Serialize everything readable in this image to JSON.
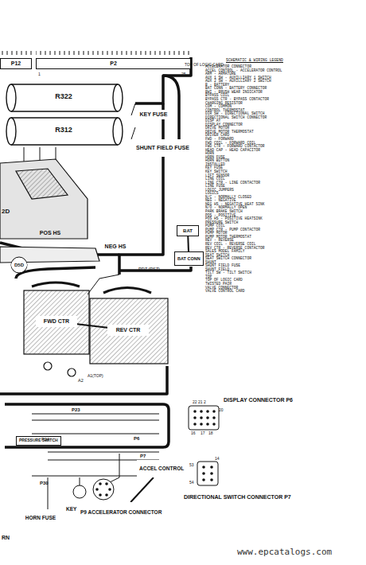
{
  "diagram": {
    "nodes": [
      {
        "text": [
          "P2"
        ]
      },
      {
        "text": [
          "P12"
        ]
      },
      {
        "text": [
          "R322"
        ]
      },
      {
        "text": [
          "R312"
        ]
      },
      {
        "text": [
          "KEY FUSE"
        ]
      },
      {
        "text": [
          "SHUNT FIELD FUSE"
        ]
      },
      {
        "text": [
          "POS HS"
        ]
      },
      {
        "text": [
          "NEG HS"
        ]
      },
      {
        "text": [
          "D5D"
        ]
      },
      {
        "text": [
          "FWD CTR"
        ]
      },
      {
        "text": [
          "REV CTR"
        ]
      },
      {
        "text": [
          "BAT"
        ]
      },
      {
        "text": [
          "BAT CONN"
        ]
      },
      {
        "text": [
          "PRESSURE SWITCH"
        ]
      },
      {
        "text": [
          "HORN FUSE"
        ]
      },
      {
        "text": [
          "KEY SWITCH"
        ]
      },
      {
        "text": [
          "P9 ACCELERATOR CONNECTOR"
        ]
      },
      {
        "text": [
          "ACCEL CONTROL"
        ]
      },
      {
        "text": [
          "DISPLAY CONNECTOR P6"
        ]
      },
      {
        "text": [
          "DIRECTIONAL SWITCH CONNECTOR P7"
        ]
      }
    ],
    "edges": [
      {
        "from": 11,
        "to": 12,
        "arrow": "none"
      },
      {
        "from": 9,
        "to": 10,
        "arrow": "none"
      },
      {
        "from": 16,
        "to": 17,
        "arrow": "none"
      }
    ],
    "labels": [
      "SCHEMATIC & WIRING LEGEND",
      "ACCELERATOR CONNECTOR",
      "ACCEL CONTROL - ACCELERATOR CONTROL",
      "ARM - ARMATURE",
      "AUX 1 SW - AUXILLIARY 1 SWITCH",
      "AUX 2 SW - AUXILLIARY 2 SWITCH",
      "B - BATTERY",
      "BAT CONN - BATTERY CONNECTOR",
      "BWI - BRUSH WEAR INDICATOR",
      "BYPASS COIL",
      "BYPASS CTR - BYPASS CONTACTOR",
      "CHARGING RESISTOR",
      "COM - COMMON",
      "CONTROL THERMOSTAT",
      "DIR SW - DIRECTIONAL SWITCH",
      "DIRECTIONAL SWITCH CONNECTOR",
      "DISP AY",
      "DISPLAY CONNECTOR",
      "DRIVE MOTOR",
      "DRIVE MOTOR THERMOSTAT",
      "DRIVER CARD",
      "FWD - FORWARD",
      "FWD COIL - FORWARD COIL",
      "FWD CTR - FORWARD CONTACTOR",
      "HEAD CAP - HEAD CAPACITOR",
      "HORN",
      "HORN FUSE",
      "HORN BUTTON",
      "INSTALLED",
      "KEY FUSE",
      "KEY SWITCH",
      "LIFT SENSOR",
      "LINE COIL",
      "LINE CTR - LINE CONTACTOR",
      "LINE FUSE",
      "LOGIC JUMPERS",
      "LOGICS",
      "N/C - NORMALLY CLOSED",
      "NEG - NEGATIVE",
      "NEG HS - NEGATIVE HEAT SINK",
      "N/O - NORMALLY OPEN",
      "PARK BRAKE SWITCH",
      "POS - POSITIVE",
      "POS HS - POSITIVE HEATSINK",
      "PRESSURE SWITCH",
      "PUMP COIL",
      "PUMP CTR - PUMP CONTACTOR",
      "PUMP MOTOR",
      "PUMP MOTOR THERMOSTAT",
      "REV - REVERSE",
      "REV COIL - REVERSE COIL",
      "REV CTR - REVERSE CONTACTOR",
      "SALES MODEL FAMILY",
      "SEAT SWITCH",
      "SEAT SWITCH CONNECTOR",
      "SHUNT",
      "SHUNT FIELD FUSE",
      "SHUNT FIELD",
      "TILT SW - TILT SWITCH",
      "TOP",
      "TOP OF LOGIC CARD",
      "TWISTED PAIR",
      "VALVE CONNECTOR",
      "VALVE CONTROL CARD",
      "TOP OF LOGIC CARD",
      "1",
      "25",
      "2D",
      "PDZ (PSZ)",
      "A2",
      "A1(TOP)",
      "P23",
      "P6",
      "P7",
      "P24",
      "P30",
      "RN",
      "22 21 2",
      "20",
      "16",
      "17",
      "18",
      "53",
      "54",
      "14",
      "www.epcatalogs.com"
    ]
  }
}
